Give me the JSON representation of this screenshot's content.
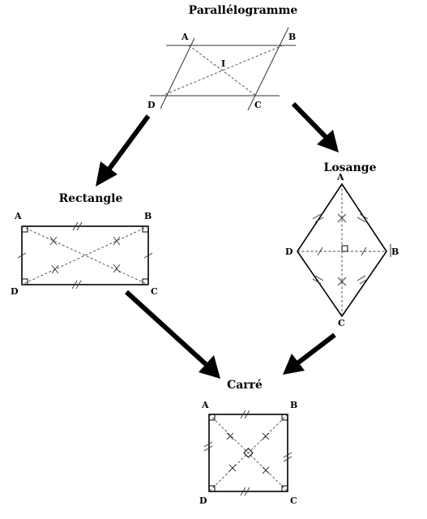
{
  "parallelogram": {
    "title": "Parallélogramme",
    "vertices": {
      "a": "A",
      "b": "B",
      "c": "C",
      "d": "D",
      "center": "I"
    }
  },
  "rectangle": {
    "title": "Rectangle",
    "vertices": {
      "a": "A",
      "b": "B",
      "c": "C",
      "d": "D"
    }
  },
  "losange": {
    "title": "Losange",
    "vertices": {
      "a": "A",
      "b": "B",
      "c": "C",
      "d": "D"
    }
  },
  "carre": {
    "title": "Carré",
    "vertices": {
      "a": "A",
      "b": "B",
      "c": "C",
      "d": "D"
    }
  },
  "colors": {
    "stroke": "#000000",
    "dashed": "#444444",
    "background": "#ffffff"
  }
}
